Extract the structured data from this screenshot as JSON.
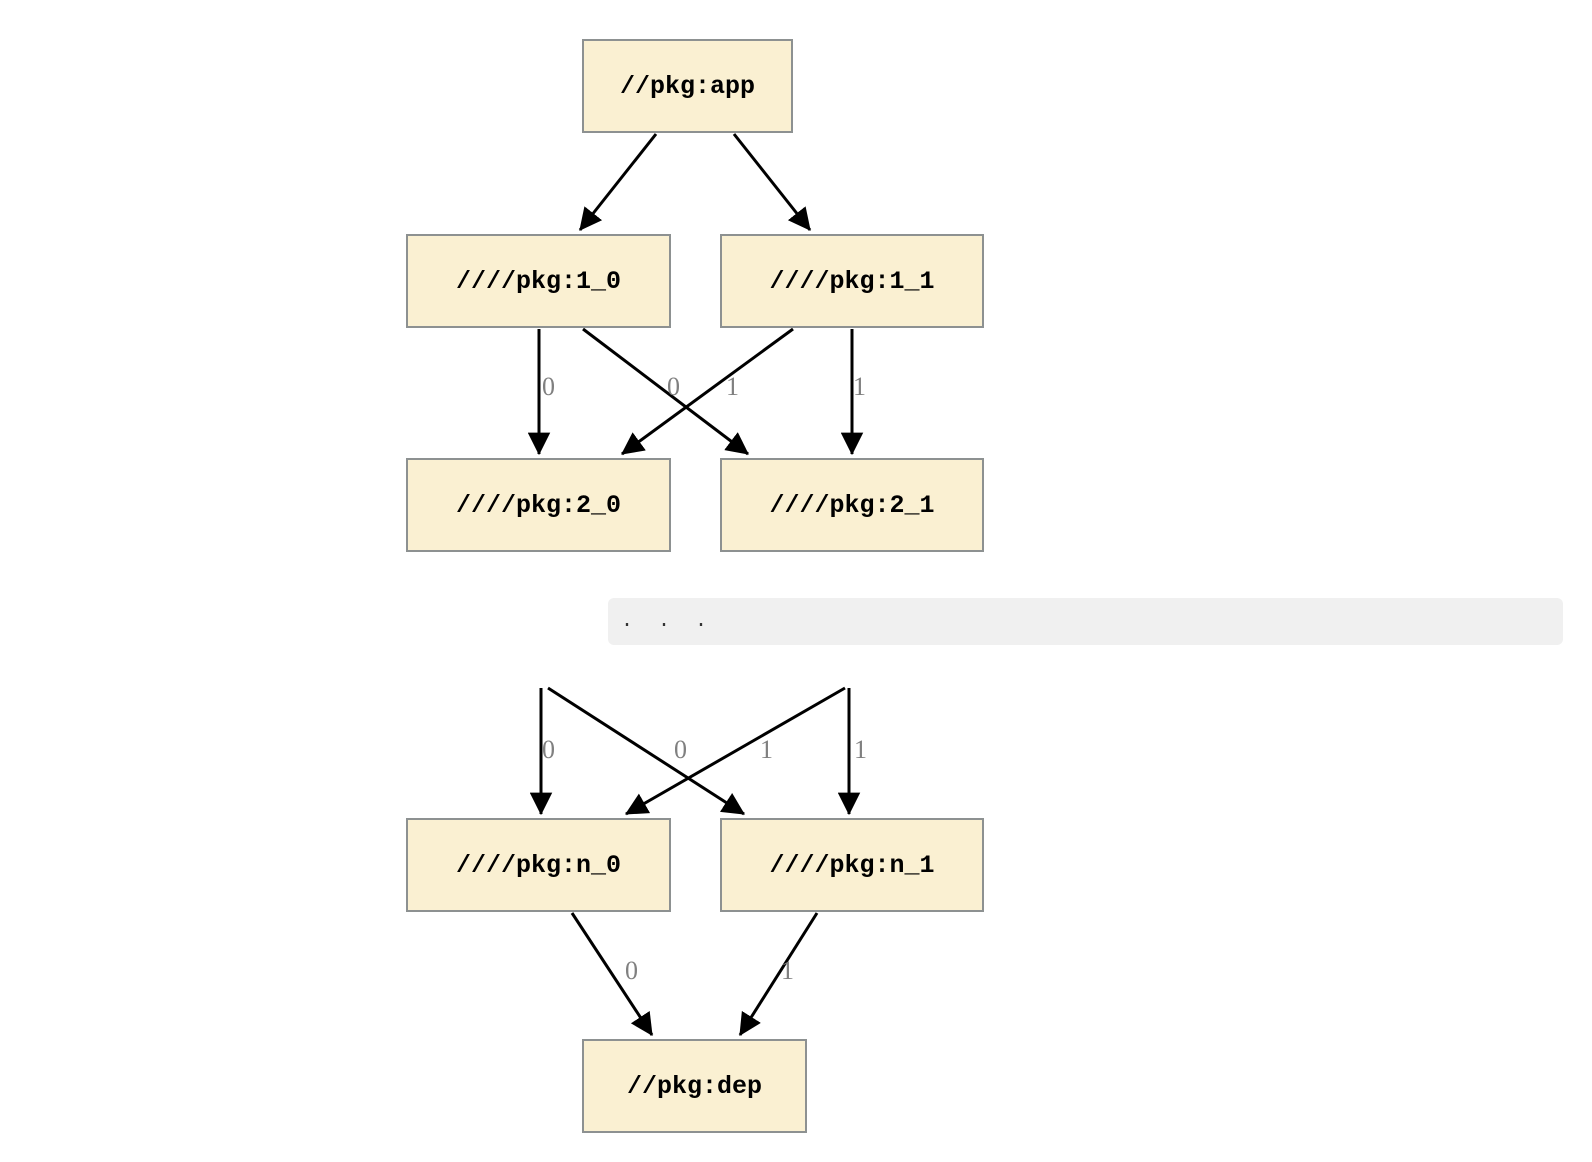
{
  "diagram": {
    "type": "dependency-graph",
    "nodes": [
      {
        "id": "app",
        "label": "//pkg:app"
      },
      {
        "id": "1_0",
        "label": "////pkg:1_0"
      },
      {
        "id": "1_1",
        "label": "////pkg:1_1"
      },
      {
        "id": "2_0",
        "label": "////pkg:2_0"
      },
      {
        "id": "2_1",
        "label": "////pkg:2_1"
      },
      {
        "id": "n_0",
        "label": "////pkg:n_0"
      },
      {
        "id": "n_1",
        "label": "////pkg:n_1"
      },
      {
        "id": "dep",
        "label": "//pkg:dep"
      }
    ],
    "edges": [
      {
        "from": "app",
        "to": "1_0",
        "label": ""
      },
      {
        "from": "app",
        "to": "1_1",
        "label": ""
      },
      {
        "from": "1_0",
        "to": "2_0",
        "label": "0"
      },
      {
        "from": "1_0",
        "to": "2_1",
        "label": "0"
      },
      {
        "from": "1_1",
        "to": "2_0",
        "label": "1"
      },
      {
        "from": "1_1",
        "to": "2_1",
        "label": "1"
      },
      {
        "from": "ellipsis-left",
        "to": "n_0",
        "label": "0"
      },
      {
        "from": "ellipsis-left",
        "to": "n_1",
        "label": "0"
      },
      {
        "from": "ellipsis-right",
        "to": "n_0",
        "label": "1"
      },
      {
        "from": "ellipsis-right",
        "to": "n_1",
        "label": "1"
      },
      {
        "from": "n_0",
        "to": "dep",
        "label": "0"
      },
      {
        "from": "n_1",
        "to": "dep",
        "label": "1"
      }
    ],
    "ellipsis": ". . ."
  },
  "colors": {
    "node_fill": "#faf0d2",
    "node_border": "#8d9191",
    "edge_color": "#000000",
    "edge_label_color": "#808080",
    "band_fill": "#f0f0f0",
    "ellipsis_color": "#333333",
    "background": "#ffffff"
  }
}
